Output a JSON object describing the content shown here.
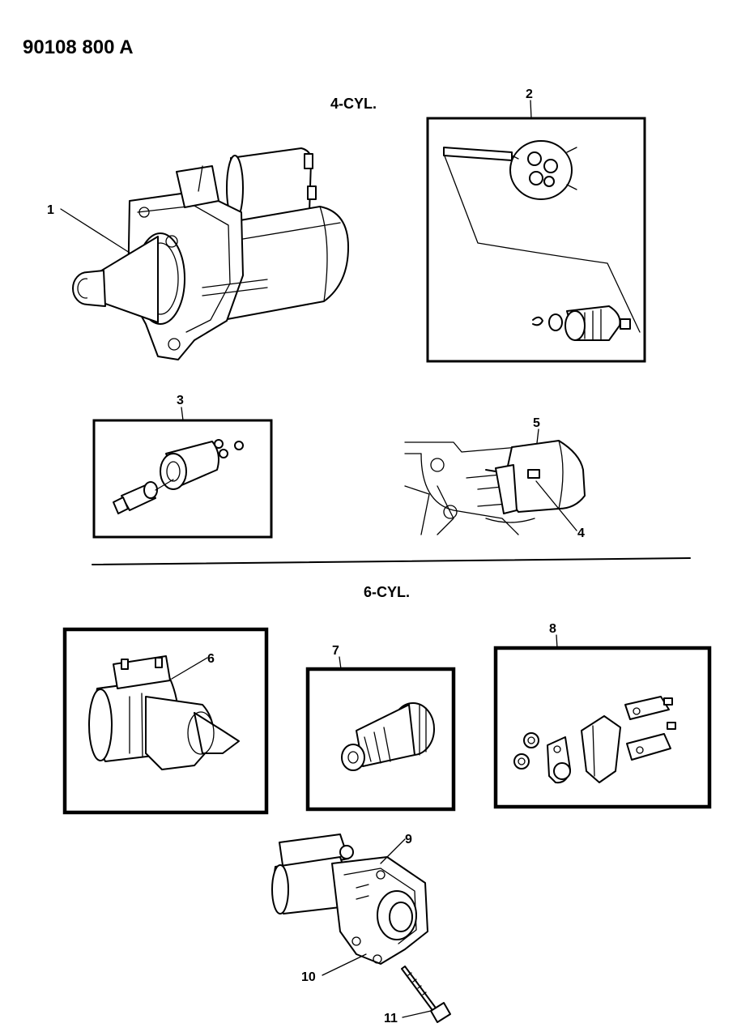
{
  "header": {
    "drawing_code": "90108 800 A"
  },
  "sections": {
    "four_cyl": "4-CYL.",
    "six_cyl": "6-CYL."
  },
  "callouts": {
    "c1": "1",
    "c2": "2",
    "c3": "3",
    "c4": "4",
    "c5": "5",
    "c6": "6",
    "c7": "7",
    "c8": "8",
    "c9": "9",
    "c10": "10",
    "c11": "11"
  }
}
